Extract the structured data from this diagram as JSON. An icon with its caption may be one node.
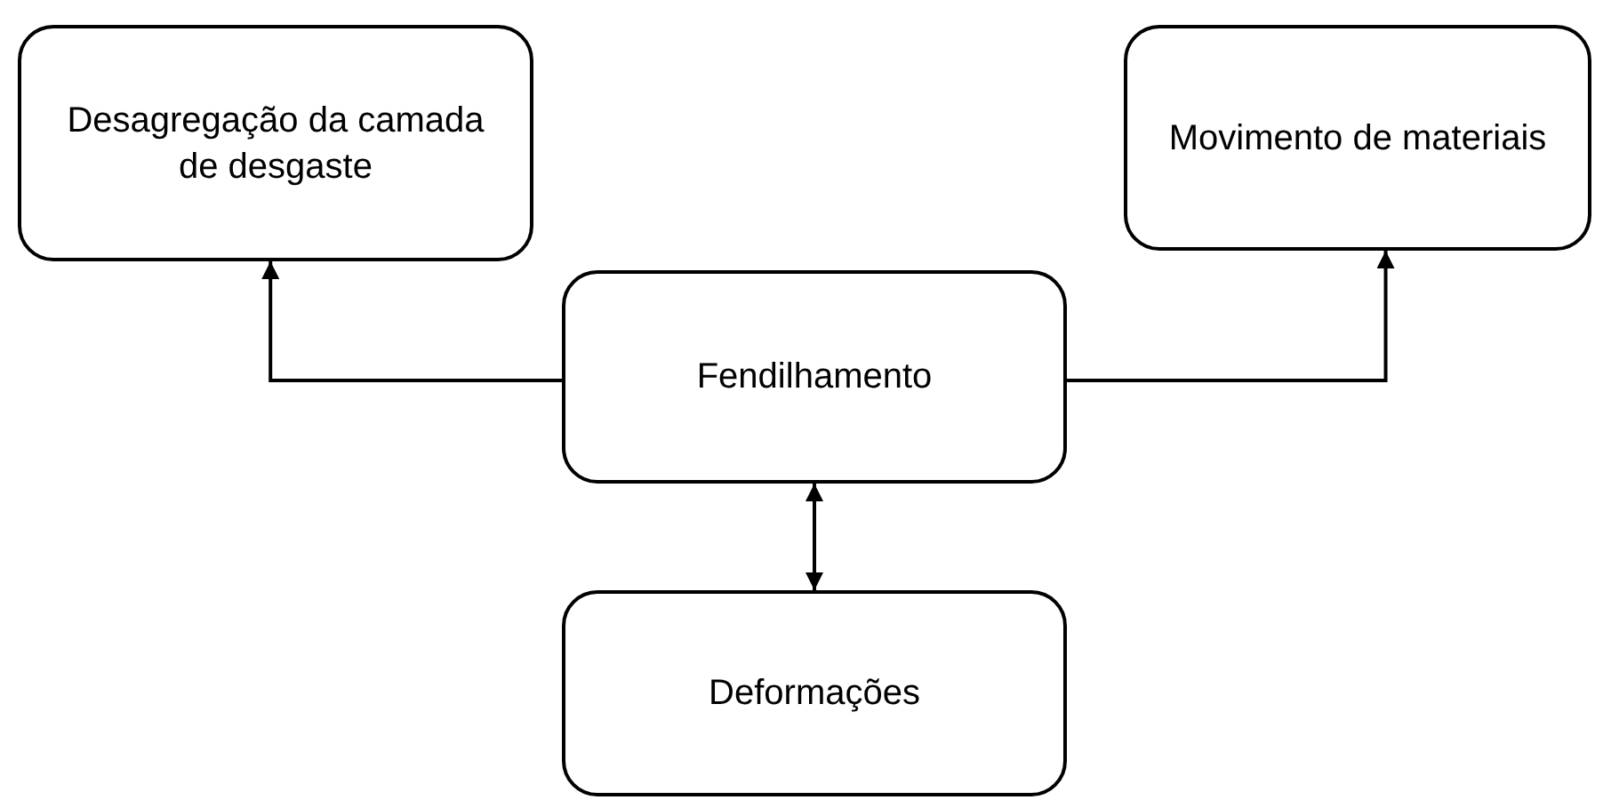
{
  "diagram": {
    "nodes": [
      {
        "text": [
          "Desagregação da camada de desgaste"
        ]
      },
      {
        "text": [
          "Movimento de materiais"
        ]
      },
      {
        "text": [
          "Fendilhamento"
        ]
      },
      {
        "text": [
          "Deformações"
        ]
      }
    ],
    "edges": [
      {
        "from": 2,
        "to": 0,
        "arrow": "to"
      },
      {
        "from": 2,
        "to": 1,
        "arrow": "to"
      },
      {
        "from": 2,
        "to": 3,
        "arrow": "both"
      }
    ]
  }
}
